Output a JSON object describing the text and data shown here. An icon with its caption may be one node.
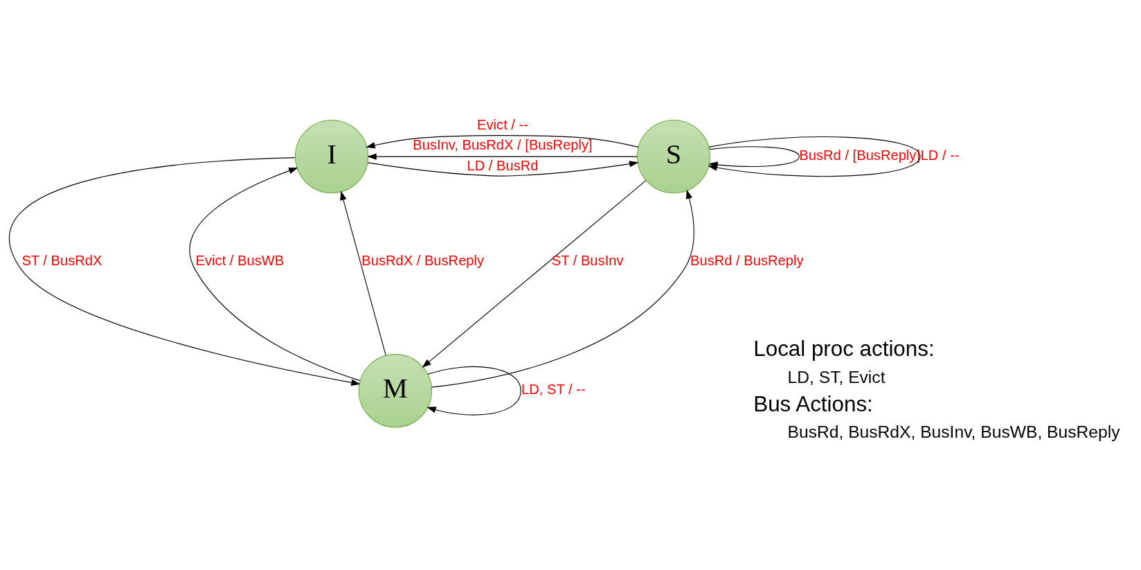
{
  "diagram": {
    "nodes": [
      {
        "text": [
          "I"
        ]
      },
      {
        "text": [
          "S"
        ]
      },
      {
        "text": [
          "M"
        ]
      }
    ],
    "edges": [
      {
        "from": 0,
        "to": 1,
        "arrow": "to",
        "label": "LD / BusRd"
      },
      {
        "from": 1,
        "to": 0,
        "arrow": "to",
        "label": "BusInv, BusRdX / [BusReply]"
      },
      {
        "from": 1,
        "to": 0,
        "arrow": "to",
        "label": "Evict / --"
      },
      {
        "from": 1,
        "to": 1,
        "arrow": "to",
        "label": "BusRd / [BusReply]"
      },
      {
        "from": 1,
        "to": 1,
        "arrow": "to",
        "label": "LD / --"
      },
      {
        "from": 0,
        "to": 2,
        "arrow": "to",
        "label": "ST / BusRdX"
      },
      {
        "from": 2,
        "to": 0,
        "arrow": "to",
        "label": "Evict / BusWB"
      },
      {
        "from": 2,
        "to": 0,
        "arrow": "to",
        "label": "BusRdX / BusReply"
      },
      {
        "from": 2,
        "to": 1,
        "arrow": "to",
        "label": "BusRd / BusReply"
      },
      {
        "from": 1,
        "to": 2,
        "arrow": "to",
        "label": "ST / BusInv"
      },
      {
        "from": 2,
        "to": 2,
        "arrow": "to",
        "label": "LD, ST / --"
      }
    ],
    "labels": [
      "Local proc actions:",
      "LD, ST, Evict",
      "Bus Actions:",
      "BusRd, BusRdX, BusInv, BusWB, BusReply"
    ]
  }
}
